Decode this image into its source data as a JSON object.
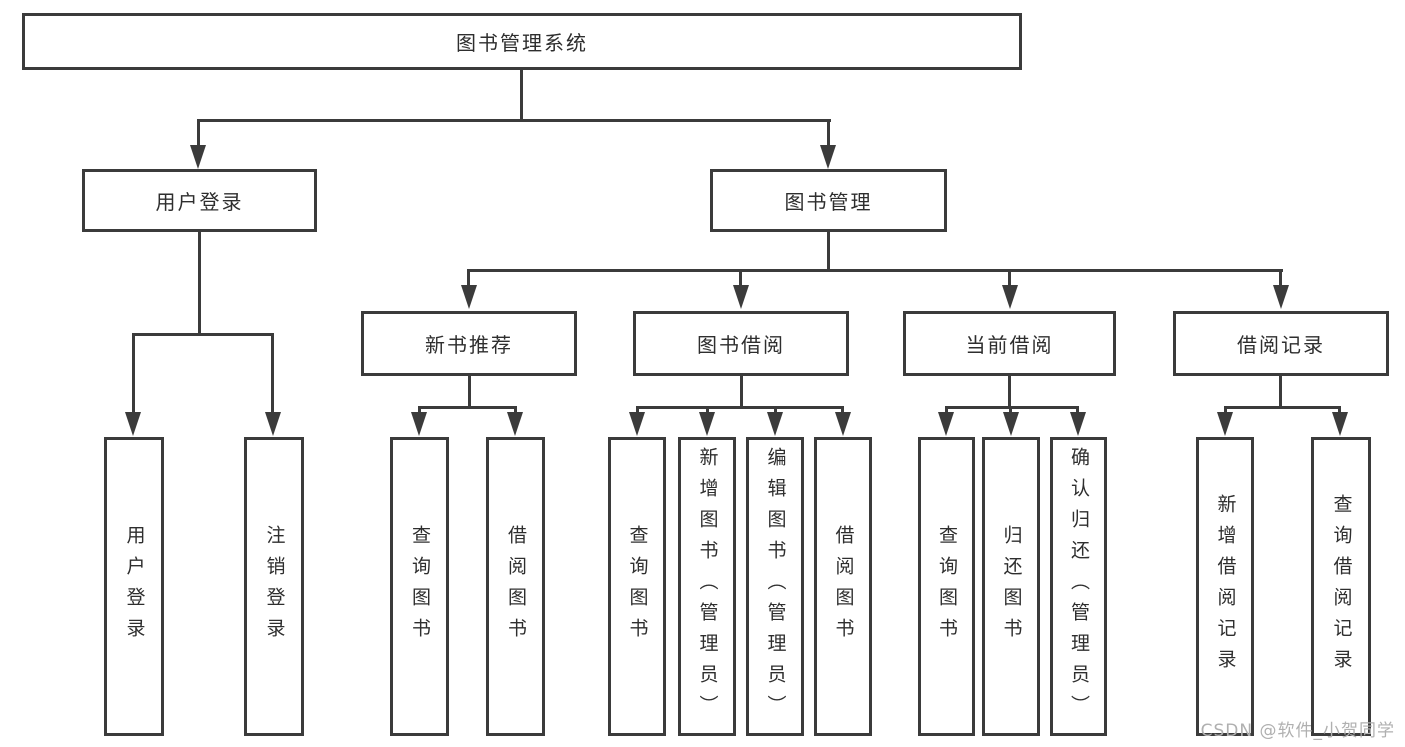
{
  "tree": {
    "root": {
      "label": "图书管理系统"
    },
    "branches": [
      {
        "label": "用户登录",
        "children": [
          {
            "label": "用户登录"
          },
          {
            "label": "注销登录"
          }
        ]
      },
      {
        "label": "图书管理",
        "children": [
          {
            "label": "新书推荐",
            "children": [
              {
                "label": "查询图书"
              },
              {
                "label": "借阅图书"
              }
            ]
          },
          {
            "label": "图书借阅",
            "children": [
              {
                "label": "查询图书"
              },
              {
                "label": "新增图书（管理员）"
              },
              {
                "label": "编辑图书（管理员）"
              },
              {
                "label": "借阅图书"
              }
            ]
          },
          {
            "label": "当前借阅",
            "children": [
              {
                "label": "查询图书"
              },
              {
                "label": "归还图书"
              },
              {
                "label": "确认归还（管理员）"
              }
            ]
          },
          {
            "label": "借阅记录",
            "children": [
              {
                "label": "新增借阅记录"
              },
              {
                "label": "查询借阅记录"
              }
            ]
          }
        ]
      }
    ]
  },
  "watermark": {
    "text": "CSDN @软件_小贺同学"
  },
  "colors": {
    "line": "#3b3b3b",
    "text": "#2e2e2e",
    "watermark": "#b0b0b0",
    "background": "#ffffff"
  }
}
